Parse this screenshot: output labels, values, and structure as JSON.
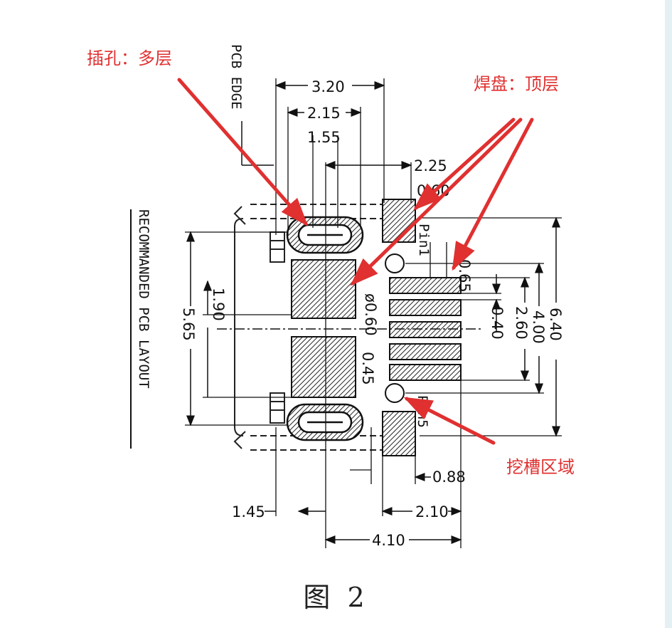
{
  "notes": {
    "plated_hole": "插孔：多层",
    "pad": "焊盘：顶层",
    "slot": "挖槽区域"
  },
  "labels": {
    "pcb_edge": "PCB EDGE",
    "layout": "RECOMMANDED PCB LAYOUT",
    "pin1": "Pin1",
    "pin5": "Pin5"
  },
  "dimensions": {
    "d320": "3.20",
    "d215": "2.15",
    "d155": "1.55",
    "d225": "2.25",
    "d060a": "0.60",
    "d065": "0.65",
    "dphi060": "ø0.60",
    "d190": "1.90",
    "d565": "5.65",
    "d040": "0.40",
    "d260": "2.60",
    "d400": "4.00",
    "d640": "6.40",
    "d045": "0.45",
    "d088": "0.88",
    "d210": "2.10",
    "d145": "1.45",
    "d410": "4.10"
  },
  "caption": "图 2",
  "colors": {
    "annotation": "#e03030",
    "drawing": "#111111"
  }
}
